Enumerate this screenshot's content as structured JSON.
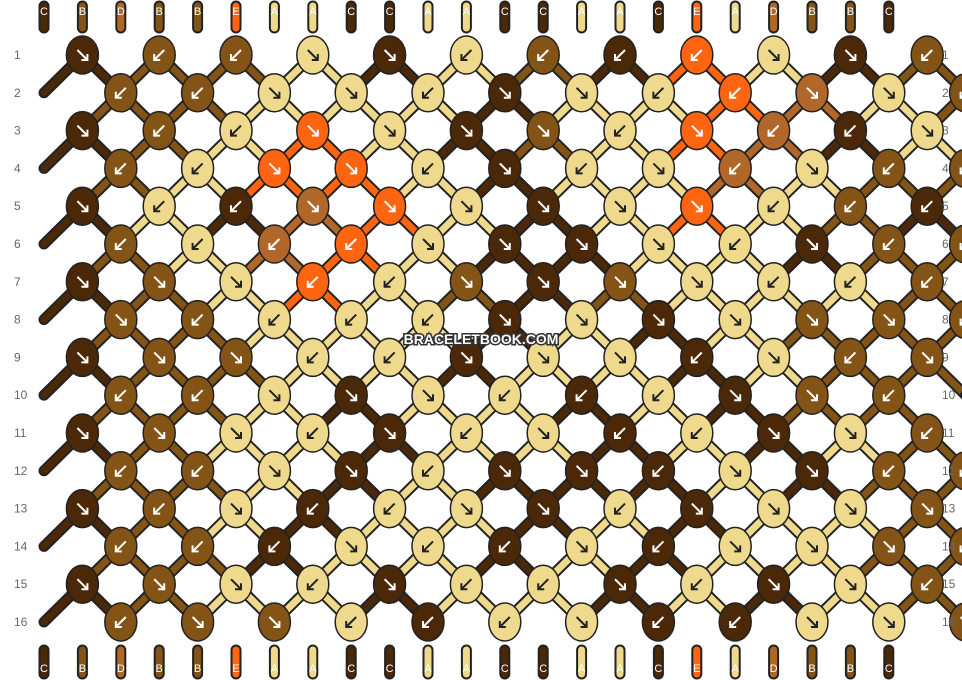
{
  "watermark": "BRACELETBOOK.COM",
  "colors": {
    "A": "#EFD98C",
    "B": "#835416",
    "C": "#4B2808",
    "D": "#B2672A",
    "E": "#FF6410"
  },
  "strands": [
    "C",
    "B",
    "D",
    "B",
    "B",
    "E",
    "A",
    "A",
    "C",
    "C",
    "A",
    "A",
    "C",
    "C",
    "A",
    "A",
    "C",
    "E",
    "A",
    "D",
    "B",
    "B",
    "C"
  ],
  "row_labels": [
    "1",
    "2",
    "3",
    "4",
    "5",
    "6",
    "7",
    "8",
    "9",
    "10",
    "11",
    "12",
    "13",
    "14",
    "15",
    "16"
  ],
  "knot_rows": [
    "CBBACABCEACBB",
    "BBAAACAAEDAB",
    "CBAEACBAEDCAC",
    "BAEEACAADABB",
    "CACDEACAEABC",
    "BADEACCAACBB",
    "CBAEABCBAAABC",
    "BBAAACACABBB",
    "CBBAACAACABBC",
    "BBACAACACBB",
    "CBAACAACACABC",
    "BBACACCCACBB",
    "CBACAACACAABC",
    "BBCAACACAABB",
    "CBAACAACACABC",
    "BBBACAACCAABB"
  ],
  "knot_dirs": [
    "RLLRRLLLLRRL",
    "LLRRLRRLLRRL",
    "RLLRRRRLRLLRR",
    "LLRRLRLRLRLL",
    "RLLRRRRRRLLL",
    "LLLLRRRRLRLL",
    "RRRLLRRRRLLLL",
    "RLLLLRRRRRRL",
    "RRRLLRRRLRLRL",
    "LLRRRLLLRRLR",
    "RRRLRLRLLRRLR",
    "LLRRLRRLRRLL",
    "RLRLLRRLRRRRL",
    "LLLRLLRLRRRL",
    "RRRLRLLRLRRLL",
    "LRRLLLRLLRRR"
  ]
}
